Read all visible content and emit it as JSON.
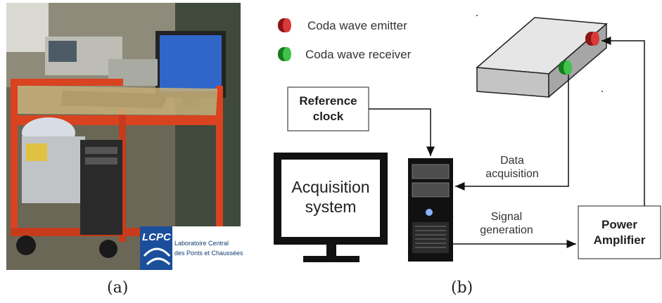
{
  "legend": {
    "emitter": "Coda wave emitter",
    "receiver": "Coda wave receiver"
  },
  "boxes": {
    "reference_clock": "Reference\nclock",
    "acquisition": "Acquisition\nsystem",
    "power_amplifier": "Power\nAmplifier"
  },
  "edges": {
    "data_acquisition": "Data\nacquisition",
    "signal_generation": "Signal\ngeneration"
  },
  "logo": {
    "mark": "LCPC",
    "line1": "Laboratoire Central",
    "line2": "des Ponts et Chaussées"
  },
  "captions": {
    "a": "(a)",
    "b": "(b)"
  },
  "colors": {
    "emitter": "#b22222",
    "receiver": "#1f9a2a",
    "cart_frame": "#d9431f",
    "block_face": "#cfcfcf"
  }
}
